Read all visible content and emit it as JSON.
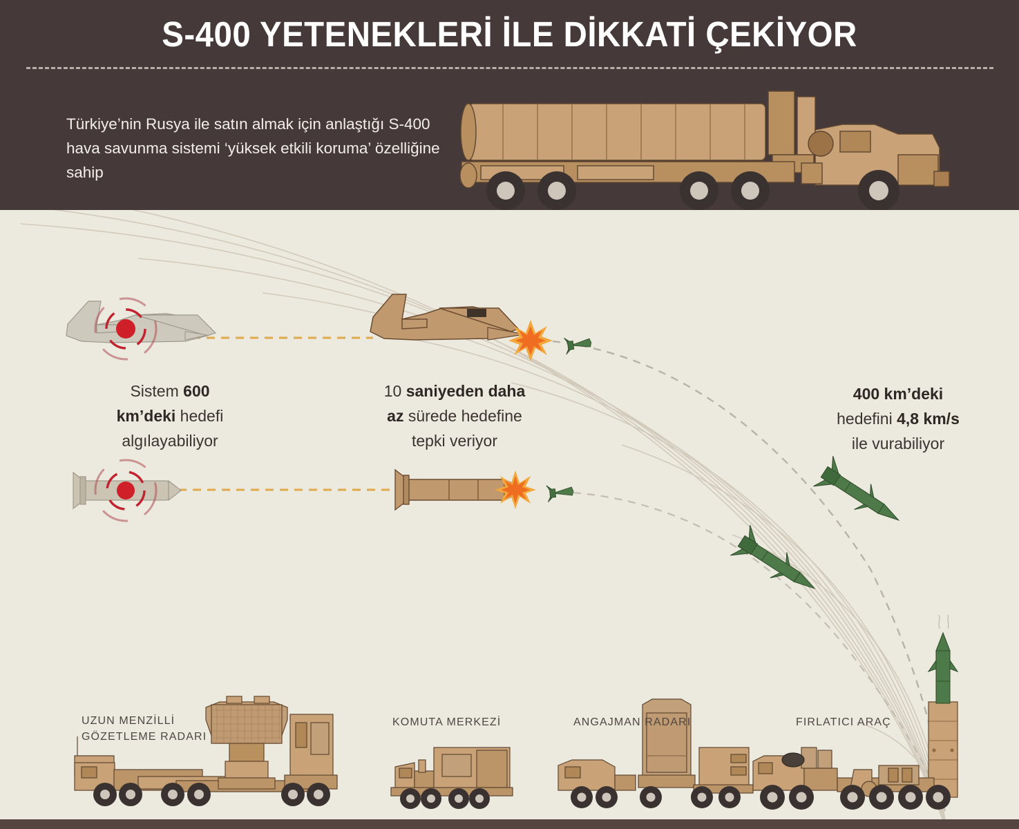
{
  "header": {
    "title": "S-400 YETENEKLERİ İLE DİKKATİ ÇEKİYOR",
    "subtitle": "Türkiye’nin Rusya ile satın almak için anlaştığı S-400 hava savunma sistemi ‘yüksek etkili koruma’ özelliğine sahip",
    "bg_color": "#46393a",
    "title_color": "#ffffff",
    "divider_color": "#ccc5bd"
  },
  "callouts": [
    {
      "id": "detect",
      "line1_plain": "Sistem ",
      "line1_bold": "600",
      "line2_bold": "km’deki",
      "line2_plain": " hedefi",
      "line3_plain": "algılayabiliyor",
      "value": 600,
      "unit": "km",
      "meaning": "detection range"
    },
    {
      "id": "reaction",
      "line1_plain": "10 ",
      "line1_bold": "saniyeden daha",
      "line2_bold": "az",
      "line2_plain": " sürede hedefine",
      "line3_plain": "tepki veriyor",
      "value": 10,
      "unit": "saniye",
      "meaning": "reaction time"
    },
    {
      "id": "intercept",
      "line1_bold": "400 km’deki",
      "line2_plain": "hedefini ",
      "line2_bold": "4,8 km/s",
      "line3_plain": "ile vurabiliyor",
      "value": 400,
      "unit": "km",
      "speed": "4,8 km/s",
      "meaning": "engagement range and speed"
    }
  ],
  "equipment": [
    {
      "label": "UZUN MENZİLLİ\nGÖZETLEME RADARI",
      "label_line1": "UZUN MENZİLLİ",
      "label_line2": "GÖZETLEME RADARI",
      "type": "long-range surveillance radar"
    },
    {
      "label_line1": "KOMUTA MERKEZİ",
      "label_line2": "",
      "type": "command center"
    },
    {
      "label_line1": "ANGAJMAN RADARI",
      "label_line2": "",
      "type": "engagement radar"
    },
    {
      "label_line1": "FIRLATICI ARAÇ",
      "label_line2": "",
      "type": "launcher vehicle"
    }
  ],
  "palette": {
    "background": "#ece9df",
    "header": "#46393a",
    "ground": "#55443f",
    "vehicle_tan": "#c9a277",
    "vehicle_tan_dark": "#a77f56",
    "vehicle_outline": "#5d4530",
    "missile_green": "#4d7a48",
    "missile_green_dark": "#3b5f38",
    "target_red": "#cf1f28",
    "radar_ring": "#a43640",
    "explosion_orange": "#f07022",
    "explosion_yellow": "#f4a63a",
    "track_yellow": "#e0a94b",
    "arc_line": "#cfc8bb",
    "text_dark": "#3b3330",
    "text_label": "#4d4641"
  },
  "scene": {
    "targets": [
      {
        "kind": "aircraft",
        "state": "detected",
        "color": "faded-gray",
        "has_radar_lock": true
      },
      {
        "kind": "aircraft",
        "state": "intercepted",
        "color": "tan",
        "has_explosion": true
      },
      {
        "kind": "ballistic-missile",
        "state": "detected",
        "color": "faded-tan",
        "has_radar_lock": true
      },
      {
        "kind": "ballistic-missile",
        "state": "intercepted",
        "color": "tan",
        "has_explosion": true
      }
    ],
    "interceptors_count": 4,
    "arc_count": 9
  }
}
